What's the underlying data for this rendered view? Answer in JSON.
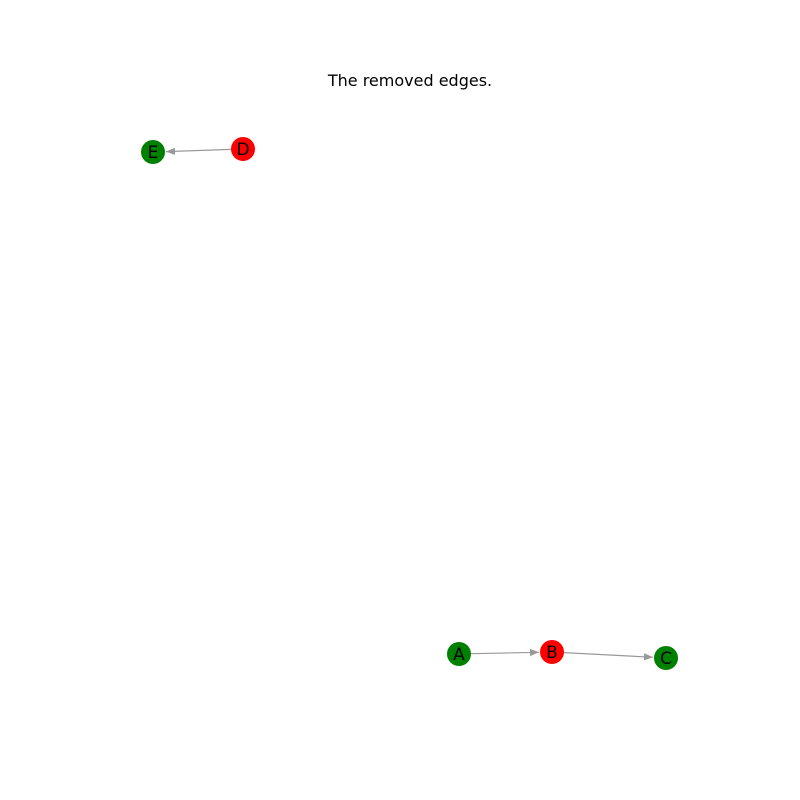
{
  "figure": {
    "title": "The removed edges."
  },
  "graph": {
    "directed": true,
    "edge_color": "#999999",
    "node_colors": {
      "green": "#008000",
      "red": "#ff0000"
    },
    "nodes": [
      {
        "id": "A",
        "label": "A",
        "color": "#008000"
      },
      {
        "id": "B",
        "label": "B",
        "color": "#ff0000"
      },
      {
        "id": "C",
        "label": "C",
        "color": "#008000"
      },
      {
        "id": "D",
        "label": "D",
        "color": "#ff0000"
      },
      {
        "id": "E",
        "label": "E",
        "color": "#008000"
      }
    ],
    "edges": [
      {
        "source": "A",
        "target": "B"
      },
      {
        "source": "B",
        "target": "C"
      },
      {
        "source": "D",
        "target": "E"
      }
    ]
  }
}
